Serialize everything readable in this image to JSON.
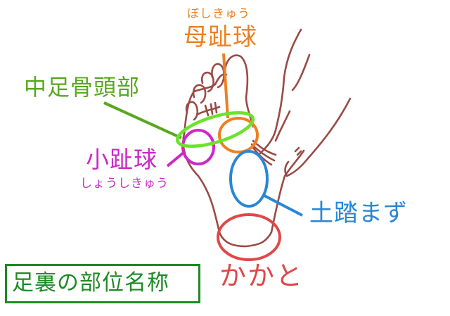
{
  "diagram": {
    "title": "足裏の部位名称",
    "labels": {
      "boshikyu": {
        "text": "母趾球",
        "reading": "ぼしきゅう",
        "color": "#ee7f22"
      },
      "chusokotsutobu": {
        "text": "中足骨頭部",
        "color": "#58a81e"
      },
      "shoshikyu": {
        "text": "小趾球",
        "reading": "しょうしきゅう",
        "color": "#cc29c6"
      },
      "tsuchifumazu": {
        "text": "土踏まず",
        "color": "#2a86d6"
      },
      "kakato": {
        "text": "かかと",
        "color": "#e04848"
      }
    },
    "colors": {
      "foot_outline": "#9a4a45",
      "title_border": "#1e8a25"
    }
  }
}
